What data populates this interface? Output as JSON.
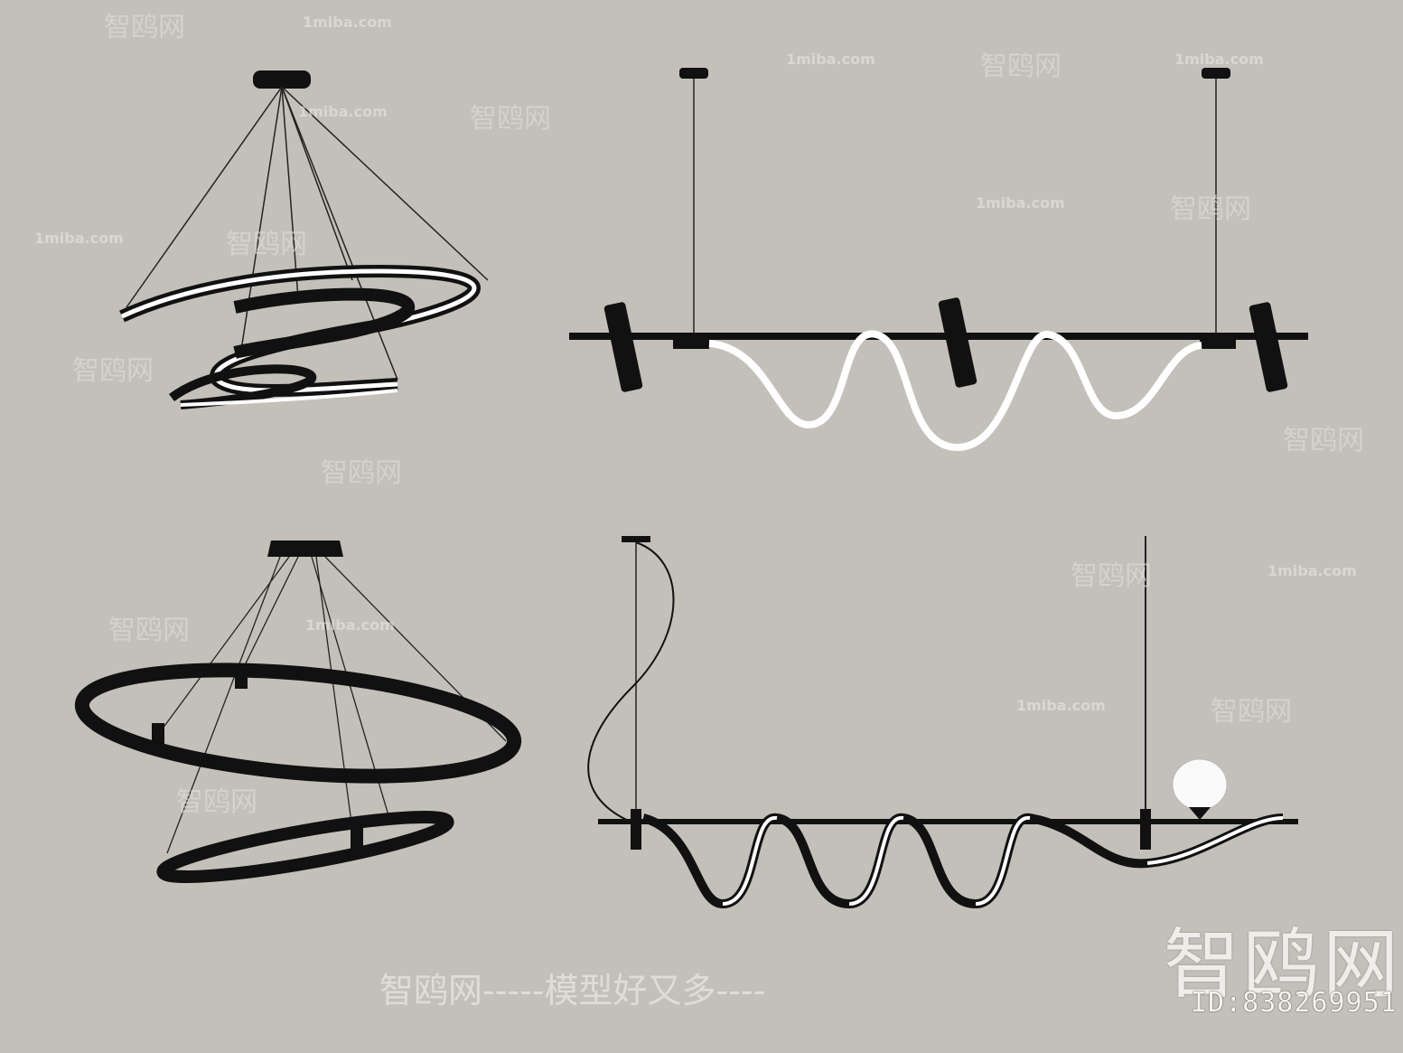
{
  "watermarks": {
    "site": "1miba.com",
    "brand": "智鸥网",
    "banner": "智鸥网-----模型好又多----",
    "big_logo": "智鸥网",
    "id": "ID:838269951"
  },
  "colors": {
    "background": "#c3c0b9",
    "metal": "#1a1a1a",
    "led": "#ffffff"
  }
}
